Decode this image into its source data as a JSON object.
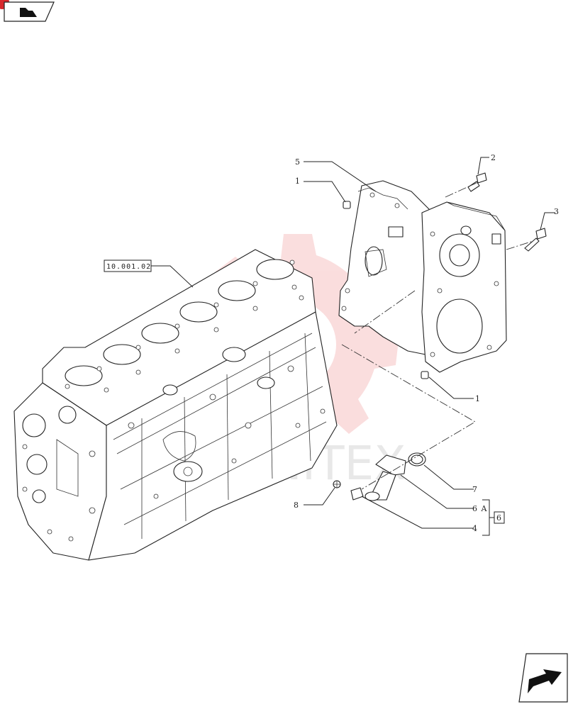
{
  "diagram": {
    "callouts": {
      "c5": "5",
      "c1_top": "1",
      "c2": "2",
      "c3": "3",
      "c1_bottom": "1",
      "c7": "7",
      "c6A": "6 A",
      "c4": "4",
      "c8": "8",
      "c6_box": "6"
    },
    "reference_box": "10.001.02",
    "watermark_text": "MINITEX",
    "icons": [
      "page-nav-icon",
      "next-page-arrow-icon",
      "gear-watermark-icon"
    ],
    "colors": {
      "watermark_gear": "#f2a0a0",
      "corner_badge": "#d8282c",
      "ink": "#222222"
    }
  }
}
